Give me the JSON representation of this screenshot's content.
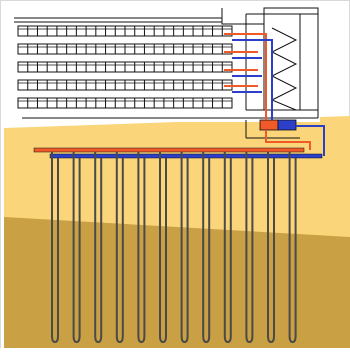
{
  "diagram": {
    "building": {
      "floors": 5,
      "columns_per_floor": 22
    },
    "boreholes": {
      "count": 12
    },
    "colors": {
      "border": "#d9d9d9",
      "sky": "#ffffff",
      "soil_upper": "#fbd57a",
      "soil_lower": "#c9a043",
      "line": "#111111",
      "probe_pipe": "#4a4a4a",
      "supply_red": "#f05a28",
      "return_blue": "#2b3fc9"
    }
  }
}
